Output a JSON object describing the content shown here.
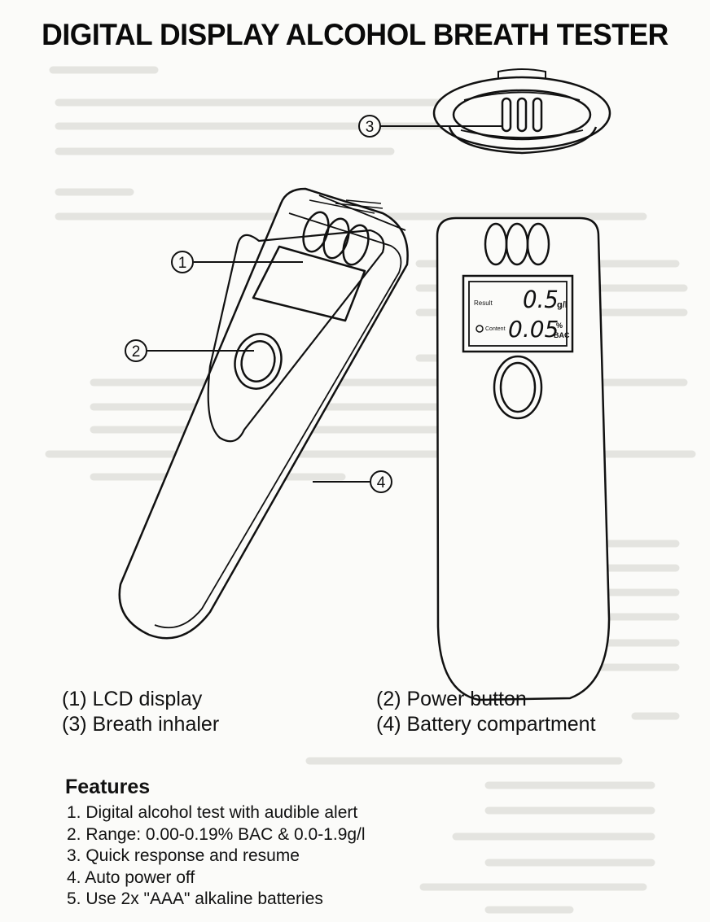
{
  "title": "DIGITAL DISPLAY ALCOHOL BREATH TESTER",
  "callouts": [
    "1",
    "2",
    "3",
    "4"
  ],
  "display": {
    "result_label": "Result",
    "result_value": "0.5",
    "result_unit": "g/l",
    "content_label": "Content",
    "content_value": "0.05",
    "content_unit_pct": "%",
    "content_unit_bac": "BAC"
  },
  "legend": [
    "(1) LCD display",
    "(2) Power button",
    "(3) Breath inhaler",
    "(4) Battery compartment"
  ],
  "features": {
    "heading": "Features",
    "items": [
      "1. Digital alcohol test with audible alert",
      "2. Range: 0.00-0.19% BAC & 0.0-1.9g/l",
      "3. Quick response and resume",
      "4. Auto power off",
      "5. Use 2x \"AAA\" alkaline batteries"
    ]
  }
}
